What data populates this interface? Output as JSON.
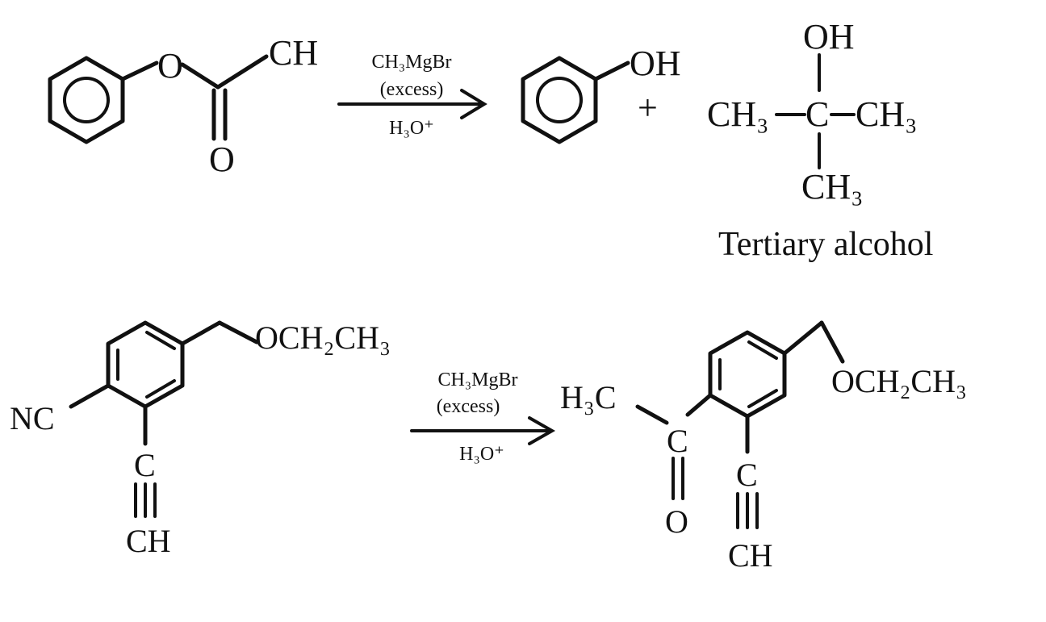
{
  "reaction1": {
    "reactant": {
      "ester_oxygen": "O",
      "carbonyl_oxygen": "O",
      "ch": "CH"
    },
    "reagent": {
      "top": "CH₃MgBr",
      "middle": "(excess)",
      "bottom": "H₃O⁺"
    },
    "product1": {
      "oh": "OH"
    },
    "plus": "+",
    "product2": {
      "oh": "OH",
      "ch3_left": "CH₃",
      "center_c": "C",
      "ch3_right": "CH₃",
      "ch3_bottom": "CH₃"
    },
    "caption": "Tertiary alcohol"
  },
  "reaction2": {
    "reactant": {
      "nc": "NC",
      "ether": "OCH₂CH₃",
      "alkyne_c": "C",
      "alkyne_ch": "CH"
    },
    "reagent": {
      "top": "CH₃MgBr",
      "middle": "(excess)",
      "bottom": "H₃O⁺"
    },
    "product": {
      "h3c": "H₃C",
      "carbonyl_c": "C",
      "carbonyl_o": "O",
      "ether": "OCH₂CH₃",
      "alkyne_c": "C",
      "alkyne_ch": "CH"
    }
  }
}
